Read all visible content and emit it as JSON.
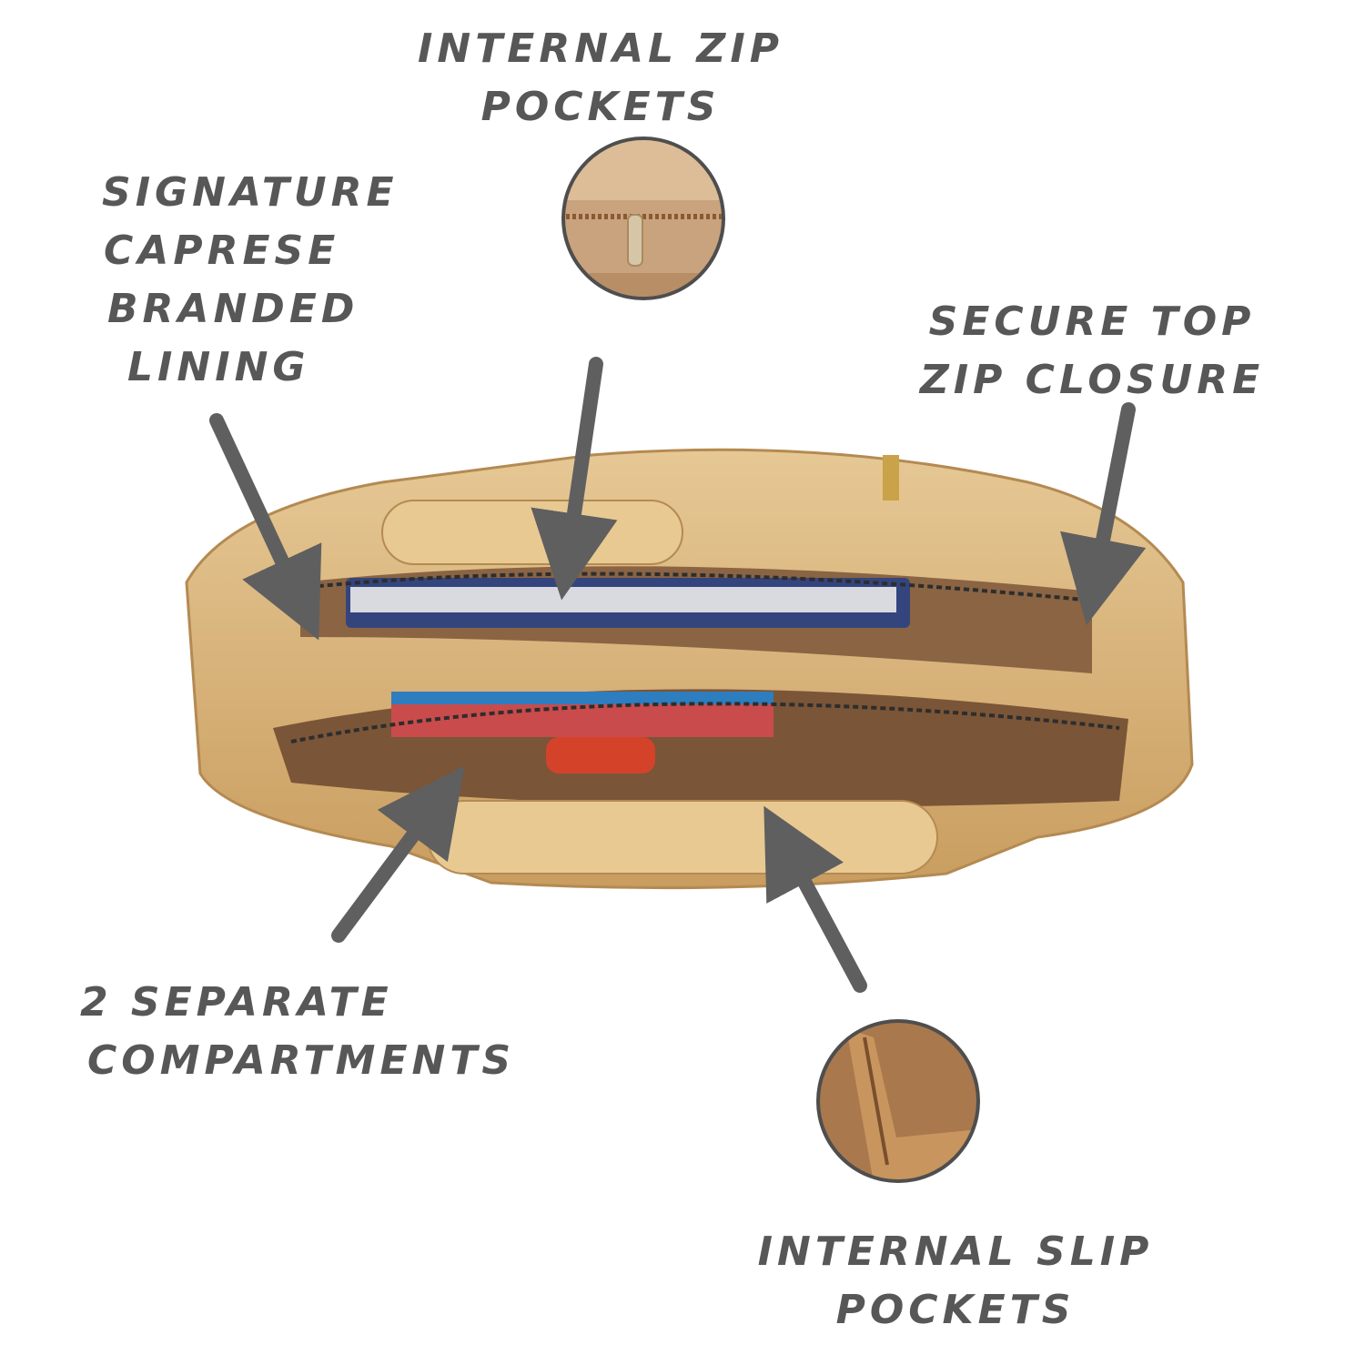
{
  "labels": {
    "internal_zip_pockets": [
      "INTERNAL ZIP",
      "POCKETS"
    ],
    "signature_lining": [
      "SIGNATURE",
      "CAPRESE",
      "BRANDED",
      "LINING"
    ],
    "secure_top_zip": [
      "SECURE TOP",
      "ZIP CLOSURE"
    ],
    "separate_compartments": [
      "2 SEPARATE",
      "COMPARTMENTS"
    ],
    "internal_slip_pockets": [
      "INTERNAL SLIP",
      "POCKETS"
    ]
  },
  "colors": {
    "text": "#575757",
    "arrow": "#5f5f5f",
    "bag": "#d8b27a",
    "lining": "#8a6443",
    "background": "#ffffff"
  },
  "icons": [
    "arrow-icon",
    "zip-pocket-detail-icon",
    "slip-pocket-detail-icon",
    "handbag-icon"
  ]
}
